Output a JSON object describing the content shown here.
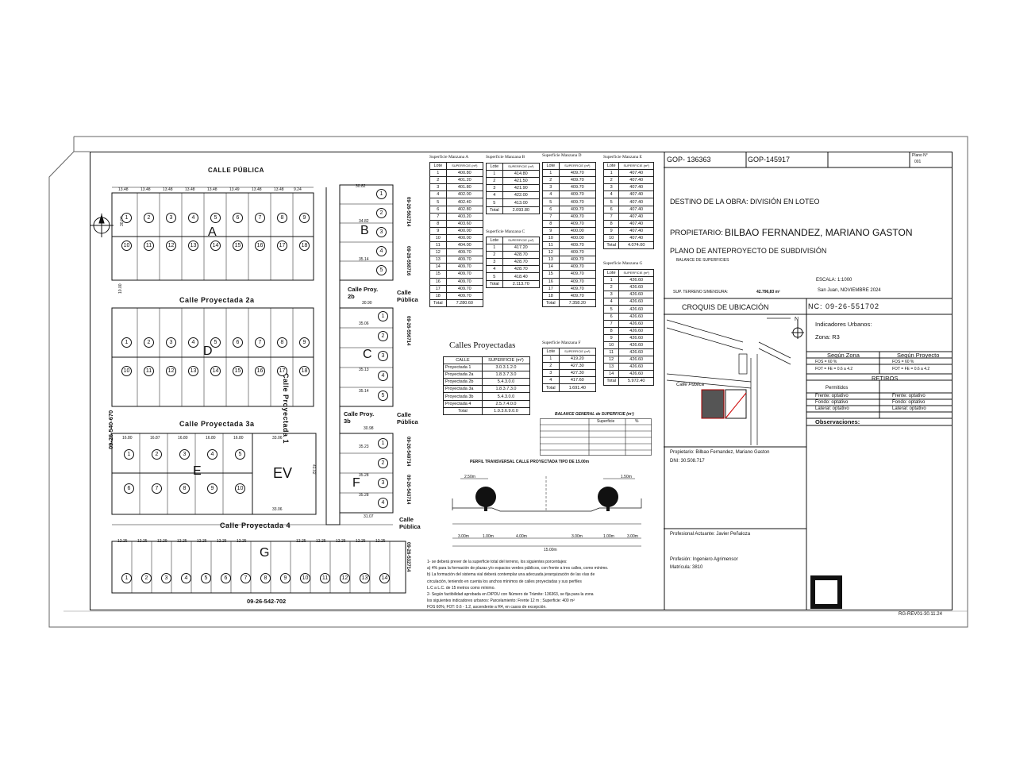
{
  "plan": {
    "streets": {
      "calle_publica_top": "CALLE PÚBLICA",
      "calle_proyectada_2a": "Calle Proyectada 2a",
      "calle_proyectada_3a": "Calle Proyectada 3a",
      "calle_proyectada_4": "Calle Proyectada 4",
      "calle_proyectada_1": "Calle Proyectada 1",
      "calle_proy_2b": "Calle Proy. 2b",
      "calle_proy_3b": "Calle Proy. 3b",
      "calle_publica_r1": "Calle Pública",
      "calle_publica_r2": "Calle Pública",
      "calle_publica_r3": "Calle Pública"
    },
    "blocks": [
      "A",
      "B",
      "C",
      "D",
      "E",
      "F",
      "G",
      "EV"
    ],
    "nomenclaturas": {
      "left": "09-26-540-670",
      "bottom": "09-26-542-702",
      "r1": "09-26-562714",
      "r2": "09-26-558716",
      "r3": "09-26-556714",
      "r4": "09-26-549714",
      "r5": "09-26-543714",
      "r6": "09-26-532714"
    },
    "dims": {
      "w1348": "13.48",
      "w1349": "13.49",
      "w924": "9.24",
      "w1680": "16.80",
      "w1687": "16.87",
      "w1225": "12.25",
      "w1229": "12.29",
      "w3000": "30.00",
      "w3082": "30.82",
      "w3482": "34.82",
      "w3514": "35.14",
      "w3090": "30.90",
      "w3506": "35.06",
      "w3513": "35.13",
      "w3514b": "35.14",
      "w3098": "30.98",
      "w3523": "35.23",
      "w3528": "35.28",
      "w3528b": "35.28",
      "w3107": "31.07",
      "w3306": "33.06",
      "w4102": "41.02",
      "w1000": "10.00"
    }
  },
  "tables": {
    "col_lote": "Lote",
    "col_sup": "SUPERFICIE (m²)",
    "total_label": "Total",
    "manzana_a": {
      "title": "Superficie Manzana A",
      "rows": [
        [
          "1",
          "400.80"
        ],
        [
          "2",
          "401.20"
        ],
        [
          "3",
          "401.80"
        ],
        [
          "4",
          "402.00"
        ],
        [
          "5",
          "402.40"
        ],
        [
          "6",
          "402.80"
        ],
        [
          "7",
          "403.20"
        ],
        [
          "8",
          "403.60"
        ],
        [
          "9",
          "400.00"
        ],
        [
          "10",
          "400.00"
        ],
        [
          "11",
          "404.00"
        ],
        [
          "12",
          "409.70"
        ],
        [
          "13",
          "409.70"
        ],
        [
          "14",
          "409.70"
        ],
        [
          "15",
          "409.70"
        ],
        [
          "16",
          "409.70"
        ],
        [
          "17",
          "409.70"
        ],
        [
          "18",
          "409.70"
        ]
      ],
      "total": "7.280.60"
    },
    "manzana_b": {
      "title": "Superficie Manzana B",
      "rows": [
        [
          "1",
          "414.80"
        ],
        [
          "2",
          "421.50"
        ],
        [
          "3",
          "421.90"
        ],
        [
          "4",
          "422.00"
        ],
        [
          "5",
          "413.00"
        ]
      ],
      "total": "2.093.80"
    },
    "manzana_c": {
      "title": "Superficie Manzana C",
      "rows": [
        [
          "1",
          "417.20"
        ],
        [
          "2",
          "428.70"
        ],
        [
          "3",
          "428.70"
        ],
        [
          "4",
          "428.70"
        ],
        [
          "5",
          "418.40"
        ]
      ],
      "total": "2.113.70"
    },
    "manzana_d": {
      "title": "Superficie Manzana D",
      "rows": [
        [
          "1",
          "409.70"
        ],
        [
          "2",
          "409.70"
        ],
        [
          "3",
          "409.70"
        ],
        [
          "4",
          "409.70"
        ],
        [
          "5",
          "409.70"
        ],
        [
          "6",
          "409.70"
        ],
        [
          "7",
          "409.70"
        ],
        [
          "8",
          "409.70"
        ],
        [
          "9",
          "400.00"
        ],
        [
          "10",
          "400.00"
        ],
        [
          "11",
          "409.70"
        ],
        [
          "12",
          "409.70"
        ],
        [
          "13",
          "409.70"
        ],
        [
          "14",
          "409.70"
        ],
        [
          "15",
          "409.70"
        ],
        [
          "16",
          "409.70"
        ],
        [
          "17",
          "409.70"
        ],
        [
          "18",
          "409.70"
        ]
      ],
      "total": "7.358.20"
    },
    "manzana_e": {
      "title": "Superficie Manzana E",
      "rows": [
        [
          "1",
          "407.40"
        ],
        [
          "2",
          "407.40"
        ],
        [
          "3",
          "407.40"
        ],
        [
          "4",
          "407.40"
        ],
        [
          "5",
          "407.40"
        ],
        [
          "6",
          "407.40"
        ],
        [
          "7",
          "407.40"
        ],
        [
          "8",
          "407.40"
        ],
        [
          "9",
          "407.40"
        ],
        [
          "10",
          "407.40"
        ]
      ],
      "total": "4.074.00"
    },
    "manzana_f": {
      "title": "Superficie Manzana F",
      "rows": [
        [
          "1",
          "419.20"
        ],
        [
          "2",
          "427.30"
        ],
        [
          "3",
          "427.30"
        ],
        [
          "4",
          "417.60"
        ]
      ],
      "total": "1.691.40"
    },
    "manzana_g": {
      "title": "Superficie Manzana G",
      "rows": [
        [
          "1",
          "426.60"
        ],
        [
          "2",
          "426.60"
        ],
        [
          "3",
          "426.60"
        ],
        [
          "4",
          "426.60"
        ],
        [
          "5",
          "426.60"
        ],
        [
          "6",
          "426.60"
        ],
        [
          "7",
          "426.60"
        ],
        [
          "8",
          "426.60"
        ],
        [
          "9",
          "426.60"
        ],
        [
          "10",
          "426.60"
        ],
        [
          "11",
          "426.60"
        ],
        [
          "12",
          "426.60"
        ],
        [
          "13",
          "426.60"
        ],
        [
          "14",
          "426.60"
        ]
      ],
      "total": "5.972.40"
    },
    "calles": {
      "title": "Calles Proyectadas",
      "col_calle": "CALLE",
      "col_sup": "SUPERFICIE (m²)",
      "rows": [
        [
          "Proyectada 1",
          "3.0.3.1.2.0"
        ],
        [
          "Proyectada 2a",
          "1.8.3.7.3.0"
        ],
        [
          "Proyectada 2b",
          "5.4.3.0.0"
        ],
        [
          "Proyectada 3a",
          "1.8.3.7.3.0"
        ],
        [
          "Proyectada 3b",
          "5.4.3.0.0"
        ],
        [
          "Proyectada 4",
          "2.5.7.4.0.0"
        ]
      ],
      "total": "1.0.3.6.9.0.0"
    },
    "balance": {
      "title": "BALANCE GENERAL de SUPERFICIE (m²)",
      "col_sup": "Superficie",
      "col_pct": "%"
    }
  },
  "perfil": {
    "title": "PERFIL TRANSVERSAL CALLE PROYECTADA TIPO DE 15.00m",
    "dims_top_left": "2.50m",
    "dims_top_right": "1.50m",
    "dims_bottom": [
      "3.00m",
      "1.00m",
      "4.00m",
      "3.00m",
      "1.00m",
      "3.00m"
    ],
    "dims_total": "15.00m"
  },
  "notes": [
    "1- se deberá prever de la superficie total del terreno, los siguientes porcentajes:",
    "a) 4% para la formación de plazas y/o espacios verdes públicos, con frente a tres calles, como mínimo.",
    "b) La formación del sistema vial deberá contemplar una adecuada jerarquización de las vías de",
    "circulación, teniendo en cuenta los anchos mínimos de calles proyectadas y sus perfiles",
    "L.C a L.C. de 15 metros como mínimo.",
    "2- Según factibilidad aprobada en DIPDU con Número de Trámite: 136363, se fija para la zona",
    "los siguientes indicadores urbanos: Parcelamiento: Frente 12 m ; Superficie: 400 m²",
    "FOS 60%; FOT: 0.6 - 1.2, ascendente a R4, en casos de excepción."
  ],
  "title_block": {
    "gop1": "GOP- 136363",
    "gop2": "GOP-145917",
    "plano_label": "Plano N°",
    "plano_num": "001",
    "destino": "DESTINO DE LA OBRA: DIVISIÓN EN LOTEO",
    "propietario_label": "PROPIETARIO:",
    "propietario": "BILBAO FERNANDEZ, MARIANO GASTON",
    "plano_title": "PLANO DE ANTEPROYECTO DE SUBDIVISIÓN",
    "balance_sub": "BALANCE DE SUPERFICIES",
    "escala": "ESCALA: 1:1000",
    "sup_label": "SUP. TERRENO S/MENSURA:",
    "sup_value": "42.796,83 m²",
    "fecha": "San Juan, NOVIEMBRE 2024",
    "croquis": "CROQUIS DE UBICACIÓN",
    "nc": "NC: 09-26-551702",
    "indicadores": "Indicadores Urbanos:",
    "zona": "Zona: R3",
    "segun_zona": "Según Zona",
    "segun_proyecto": "Según Proyecto",
    "fos_zona": "FOS = 60 %",
    "fos_proy": "FOS = 60 %",
    "fot_zona": "FOT = FE = 0.6 a 4.2",
    "fot_proy": "FOT = FE = 0.6 a 4.2",
    "retiros": "RETIROS",
    "permitidos": "Permitidos",
    "frente_a": "Frente: optativo",
    "frente_b": "Frente: optativo",
    "fondo_a": "Fondo: optativo",
    "fondo_b": "Fondo: optativo",
    "lateral_a": "Lateral: optativo",
    "lateral_b": "Lateral: optativo",
    "observaciones": "Observaciones:",
    "croquis_calle": "Calle Pública",
    "prop_line": "Propietario: Bilbao Fernandez, Mariano Gaston",
    "dni": "DNI: 30.508.717",
    "profesional": "Profesional Actuante: Javier Peñaloza",
    "profesion": "Profesión: Ingeniero Agrimensor",
    "matricula": "Matrícula: 3810",
    "revision": "RG-REV01-30.11.24"
  }
}
